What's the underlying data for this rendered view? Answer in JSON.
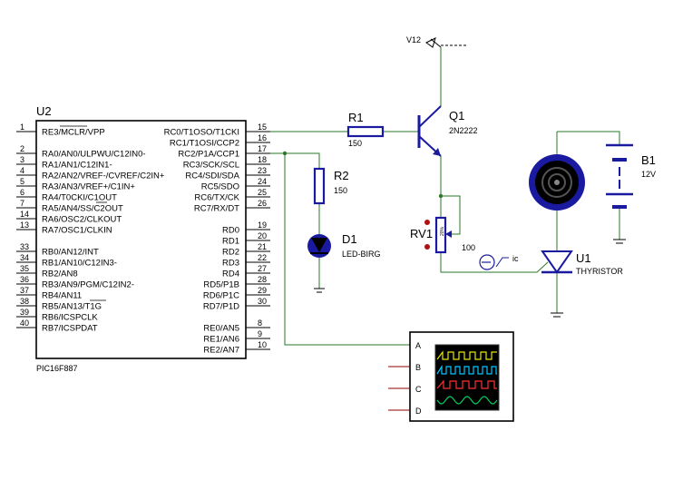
{
  "mcu": {
    "ref": "U2",
    "part": "PIC16F887",
    "left_pins": [
      {
        "num": "1",
        "name": "RE3/MCLR/VPP"
      },
      {
        "num": "2",
        "name": "RA0/AN0/ULPWU/C12IN0-"
      },
      {
        "num": "3",
        "name": "RA1/AN1/C12IN1-"
      },
      {
        "num": "4",
        "name": "RA2/AN2/VREF-/CVREF/C2IN+"
      },
      {
        "num": "5",
        "name": "RA3/AN3/VREF+/C1IN+"
      },
      {
        "num": "6",
        "name": "RA4/T0CKI/C1OUT"
      },
      {
        "num": "7",
        "name": "RA5/AN4/SS/C2OUT"
      },
      {
        "num": "14",
        "name": "RA6/OSC2/CLKOUT"
      },
      {
        "num": "13",
        "name": "RA7/OSC1/CLKIN"
      },
      {
        "num": "33",
        "name": "RB0/AN12/INT"
      },
      {
        "num": "34",
        "name": "RB1/AN10/C12IN3-"
      },
      {
        "num": "35",
        "name": "RB2/AN8"
      },
      {
        "num": "36",
        "name": "RB3/AN9/PGM/C12IN2-"
      },
      {
        "num": "37",
        "name": "RB4/AN11"
      },
      {
        "num": "38",
        "name": "RB5/AN13/T1G"
      },
      {
        "num": "39",
        "name": "RB6/ICSPCLK"
      },
      {
        "num": "40",
        "name": "RB7/ICSPDAT"
      }
    ],
    "right_pins": [
      {
        "num": "15",
        "name": "RC0/T1OSO/T1CKI"
      },
      {
        "num": "16",
        "name": "RC1/T1OSI/CCP2"
      },
      {
        "num": "17",
        "name": "RC2/P1A/CCP1"
      },
      {
        "num": "18",
        "name": "RC3/SCK/SCL"
      },
      {
        "num": "23",
        "name": "RC4/SDI/SDA"
      },
      {
        "num": "24",
        "name": "RC5/SDO"
      },
      {
        "num": "25",
        "name": "RC6/TX/CK"
      },
      {
        "num": "26",
        "name": "RC7/RX/DT"
      },
      {
        "num": "19",
        "name": "RD0"
      },
      {
        "num": "20",
        "name": "RD1"
      },
      {
        "num": "21",
        "name": "RD2"
      },
      {
        "num": "22",
        "name": "RD3"
      },
      {
        "num": "27",
        "name": "RD4"
      },
      {
        "num": "28",
        "name": "RD5/P1B"
      },
      {
        "num": "29",
        "name": "RD6/P1C"
      },
      {
        "num": "30",
        "name": "RD7/P1D"
      },
      {
        "num": "8",
        "name": "RE0/AN5"
      },
      {
        "num": "9",
        "name": "RE1/AN6"
      },
      {
        "num": "10",
        "name": "RE2/AN7"
      }
    ]
  },
  "r1": {
    "ref": "R1",
    "value": "150"
  },
  "r2": {
    "ref": "R2",
    "value": "150"
  },
  "d1": {
    "ref": "D1",
    "value": "LED-BIRG"
  },
  "q1": {
    "ref": "Q1",
    "value": "2N2222"
  },
  "rv1": {
    "ref": "RV1",
    "value": "100",
    "wiper": "20%"
  },
  "b1": {
    "ref": "B1",
    "value": "12V"
  },
  "u1": {
    "ref": "U1",
    "value": "THYRISTOR"
  },
  "supply": {
    "label": "V12"
  },
  "probe": {
    "label": "ic"
  },
  "scope": {
    "channels": [
      "A",
      "B",
      "C",
      "D"
    ]
  },
  "colors": {
    "wire": "#2a7a2a",
    "component": "#1a1aa0",
    "probe": "#1a1aa0"
  }
}
